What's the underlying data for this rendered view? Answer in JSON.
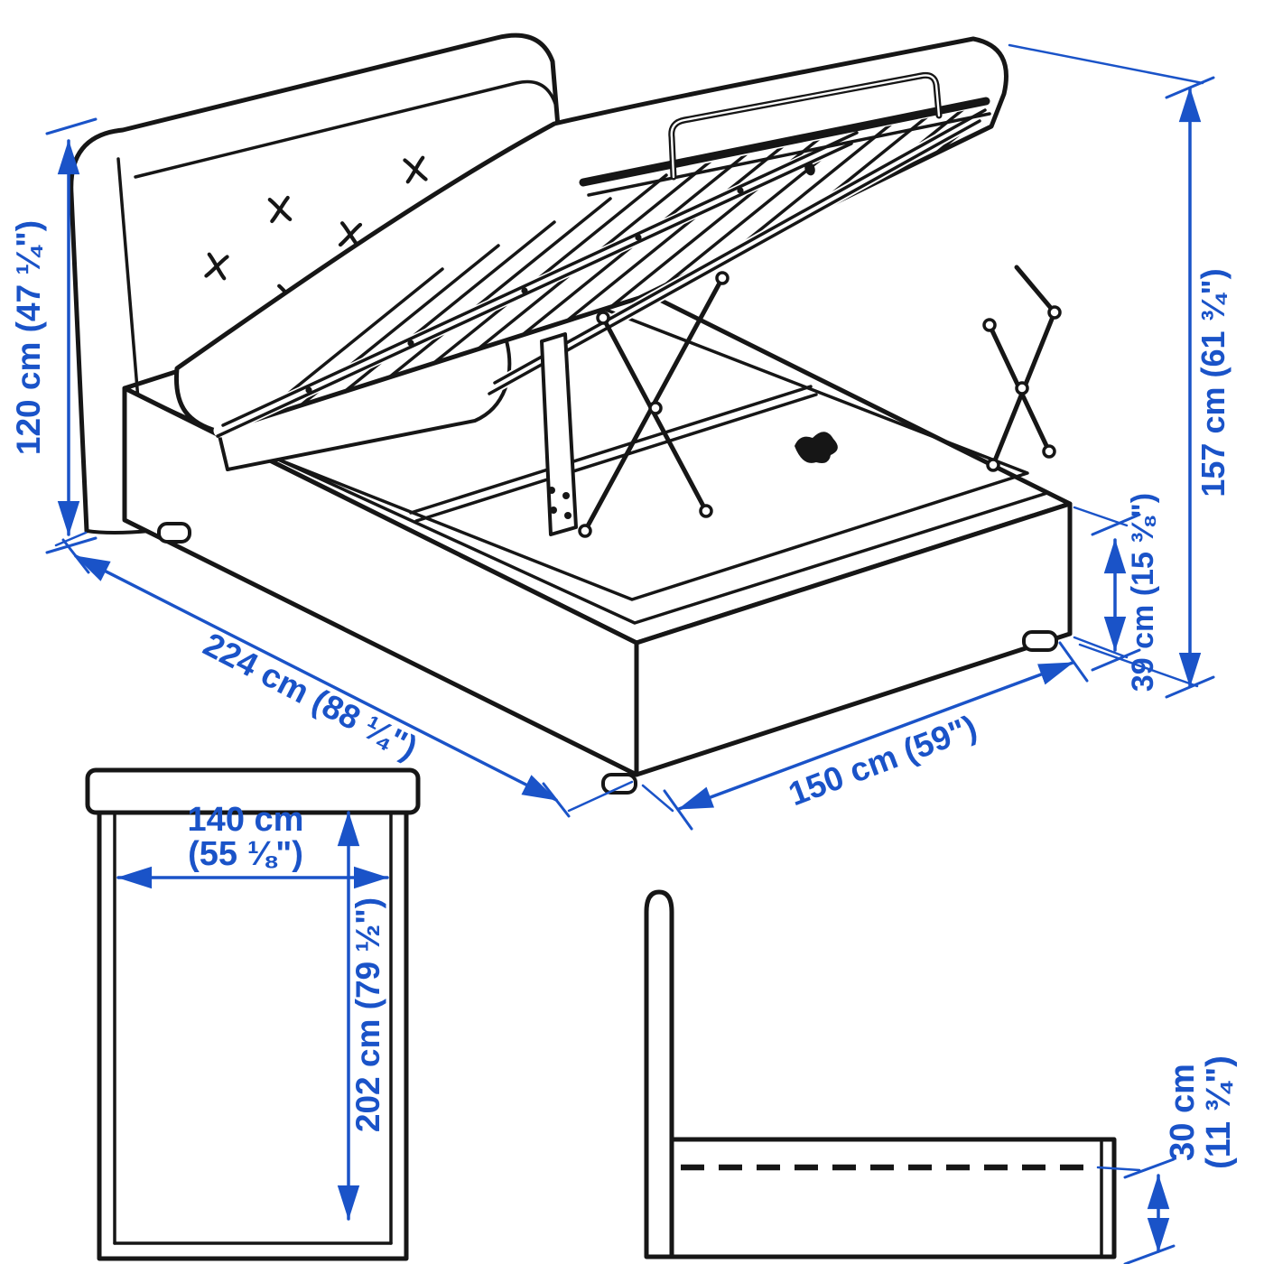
{
  "colors": {
    "dimension_blue": "#1a53c8",
    "line_black": "#161616",
    "background": "#ffffff"
  },
  "views": {
    "isometric": {
      "description": "storage bed with lift-up slatted base open",
      "dims": {
        "headboard_height": "120 cm (47 ¼\")",
        "length": "224 cm (88 ¼\")",
        "width": "150 cm (59\")",
        "base_height": "39 cm (15 ⅜\")",
        "open_height": "157 cm (61 ¾\")"
      }
    },
    "top": {
      "dims": {
        "mattress_width_line1": "140 cm",
        "mattress_width_line2": "(55 ⅛\")",
        "mattress_length": "202 cm (79 ½\")"
      }
    },
    "side": {
      "dims": {
        "frame_height_line1": "30 cm",
        "frame_height_line2": "(11 ¾\")"
      }
    }
  }
}
